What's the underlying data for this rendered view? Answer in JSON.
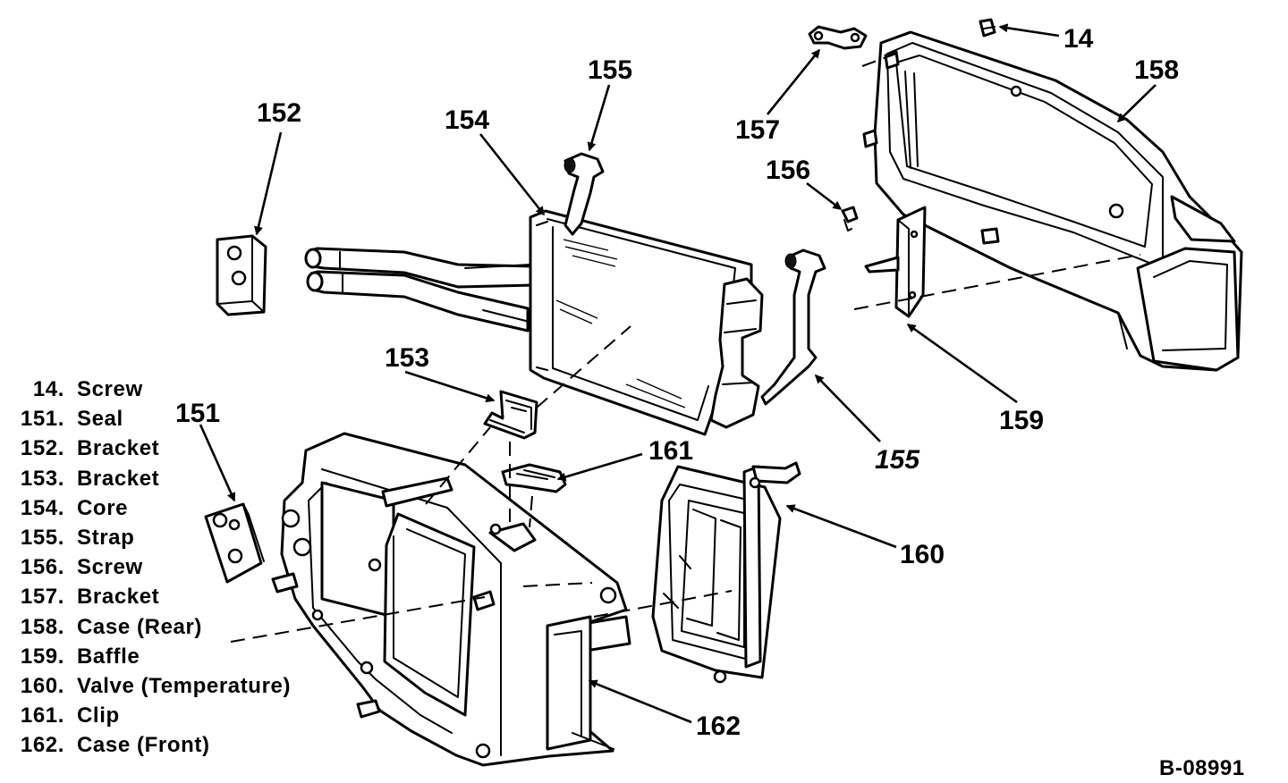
{
  "callouts": {
    "c14": "14",
    "c152": "152",
    "c154": "154",
    "c155_top": "155",
    "c155_right": "155",
    "c157": "157",
    "c156": "156",
    "c158": "158",
    "c159": "159",
    "c153": "153",
    "c151": "151",
    "c161": "161",
    "c160": "160",
    "c162": "162"
  },
  "legend": [
    {
      "num": "14.",
      "label": "Screw"
    },
    {
      "num": "151.",
      "label": "Seal"
    },
    {
      "num": "152.",
      "label": "Bracket"
    },
    {
      "num": "153.",
      "label": "Bracket"
    },
    {
      "num": "154.",
      "label": "Core"
    },
    {
      "num": "155.",
      "label": "Strap"
    },
    {
      "num": "156.",
      "label": "Screw"
    },
    {
      "num": "157.",
      "label": "Bracket"
    },
    {
      "num": "158.",
      "label": "Case (Rear)"
    },
    {
      "num": "159.",
      "label": "Baffle"
    },
    {
      "num": "160.",
      "label": "Valve (Temperature)"
    },
    {
      "num": "161.",
      "label": "Clip"
    },
    {
      "num": "162.",
      "label": "Case (Front)"
    }
  ],
  "figure_id": "B-08991"
}
